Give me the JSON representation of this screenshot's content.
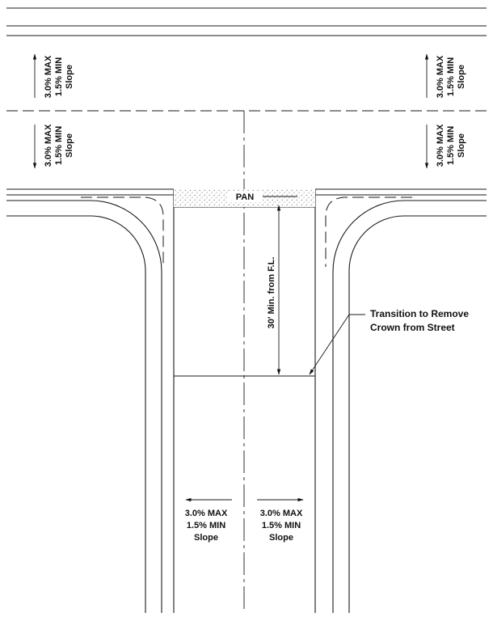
{
  "slope_label": {
    "line1": "3.0% MAX",
    "line2": "1.5% MIN",
    "line3": "Slope"
  },
  "pan_label": "PAN",
  "dimension_label": "30' Min. from F.L.",
  "transition_note": {
    "line1": "Transition to Remove",
    "line2": "Crown from Street"
  }
}
